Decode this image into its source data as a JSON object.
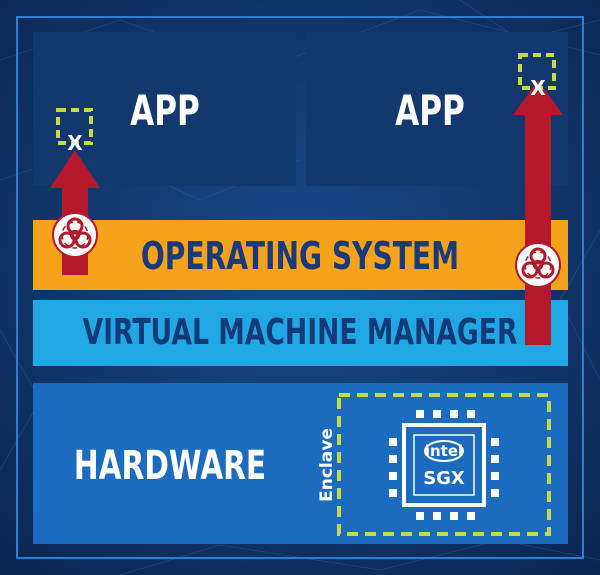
{
  "apps": [
    {
      "label": "APP"
    },
    {
      "label": "APP"
    }
  ],
  "operating_system": {
    "label": "OPERATING SYSTEM"
  },
  "vmm": {
    "label": "VIRTUAL MACHINE MANAGER"
  },
  "hardware": {
    "label": "HARDWARE"
  },
  "enclave": {
    "label": "Enclave"
  },
  "chip": {
    "brand": "intel",
    "label": "SGX"
  },
  "attack_markers": [
    {
      "icon": "biohazard-icon",
      "blocked_symbol": "X"
    },
    {
      "icon": "biohazard-icon",
      "blocked_symbol": "X"
    }
  ],
  "colors": {
    "background": "#0e2f63",
    "app_box": "#12386e",
    "operating_system": "#f7a21b",
    "vmm": "#21a7e3",
    "hardware": "#1b6bbf",
    "attack_arrow": "#b3192b",
    "enclave_border": "#c7d94a"
  }
}
